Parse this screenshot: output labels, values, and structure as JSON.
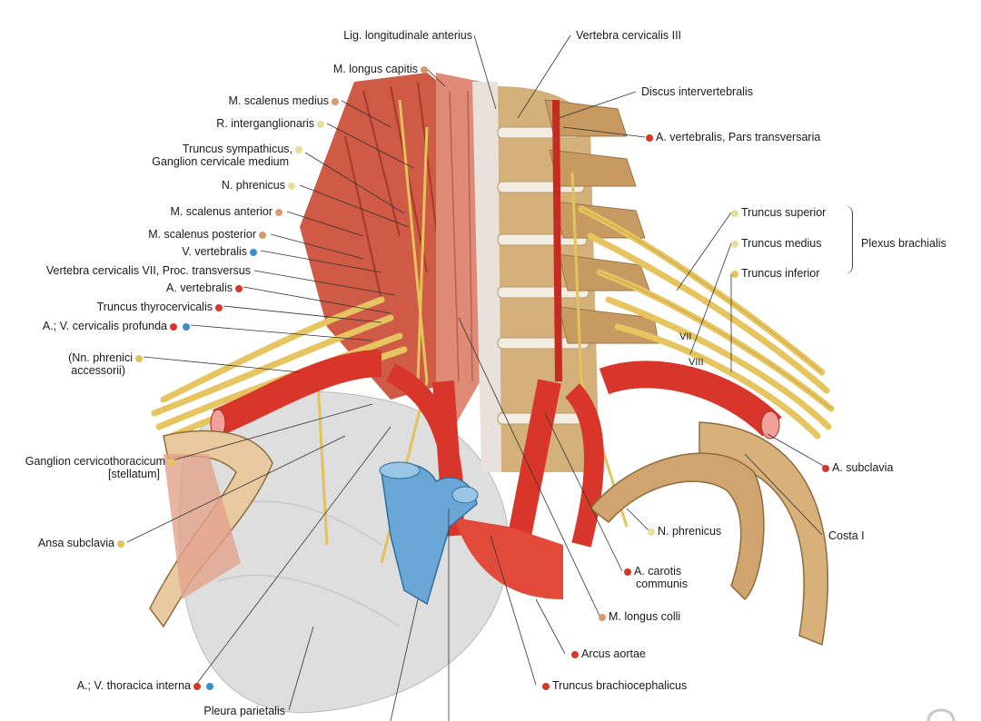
{
  "figure": {
    "colors": {
      "artery": "#d9362b",
      "vein": "#3a8fc9",
      "nerve": "#e3c35a",
      "muscle": "#d8745c",
      "bone": "#d9b27a",
      "pleura": "#dcdcdc",
      "dot_muscle": "#d69a6e",
      "dot_nerve_light": "#e8e09a"
    }
  },
  "labels_left": [
    {
      "id": "lig-longitudinale",
      "text": "Lig. longitudinale anterius",
      "dots": []
    },
    {
      "id": "longus-capitis",
      "text": "M. longus capitis",
      "dots": [
        "muscle"
      ]
    },
    {
      "id": "scalenus-medius",
      "text": "M. scalenus medius",
      "dots": [
        "muscle"
      ]
    },
    {
      "id": "r-interganglionaris",
      "text": "R. interganglionaris",
      "dots": [
        "nerve_light"
      ]
    },
    {
      "id": "truncus-sympathicus",
      "text": "Truncus sympathicus,",
      "text2": "Ganglion cervicale medium",
      "dots": [
        "nerve_light"
      ]
    },
    {
      "id": "n-phrenicus-l",
      "text": "N. phrenicus",
      "dots": [
        "nerve_light"
      ]
    },
    {
      "id": "scalenus-anterior",
      "text": "M. scalenus anterior",
      "dots": [
        "muscle"
      ]
    },
    {
      "id": "scalenus-posterior",
      "text": "M. scalenus posterior",
      "dots": [
        "muscle"
      ]
    },
    {
      "id": "v-vertebralis",
      "text": "V. vertebralis",
      "dots": [
        "vein"
      ]
    },
    {
      "id": "vertebra-c7",
      "text": "Vertebra cervicalis VII, Proc. transversus",
      "dots": []
    },
    {
      "id": "a-vertebralis",
      "text": "A. vertebralis",
      "dots": [
        "artery"
      ]
    },
    {
      "id": "truncus-thyrocervicalis",
      "text": "Truncus thyrocervicalis",
      "dots": [
        "artery"
      ]
    },
    {
      "id": "cervicalis-profunda",
      "text": "A.; V. cervicalis profunda",
      "dots": [
        "artery",
        "vein"
      ]
    },
    {
      "id": "nn-phrenici",
      "text": "(Nn. phrenici",
      "text2": "accessorii)",
      "dots": [
        "nerve"
      ]
    },
    {
      "id": "ganglion-cervicothoracicum",
      "text": "Ganglion cervicothoracicum",
      "text2": "[stellatum]",
      "dots": [
        "nerve"
      ]
    },
    {
      "id": "ansa-subclavia",
      "text": "Ansa subclavia",
      "dots": [
        "nerve"
      ]
    },
    {
      "id": "thoracica-interna",
      "text": "A.; V. thoracica interna",
      "dots": [
        "artery",
        "vein"
      ]
    },
    {
      "id": "pleura-parietalis",
      "text": "Pleura parietalis",
      "dots": []
    }
  ],
  "labels_right": [
    {
      "id": "vertebra-c3",
      "text": "Vertebra cervicalis III",
      "dots": []
    },
    {
      "id": "discus",
      "text": "Discus intervertebralis",
      "dots": []
    },
    {
      "id": "a-vertebralis-pars",
      "text": "A. vertebralis, Pars transversaria",
      "dots": [
        "artery"
      ]
    },
    {
      "id": "truncus-superior",
      "text": "Truncus superior",
      "dots": [
        "nerve_light"
      ]
    },
    {
      "id": "truncus-medius",
      "text": "Truncus medius",
      "dots": [
        "nerve_light"
      ]
    },
    {
      "id": "truncus-inferior",
      "text": "Truncus inferior",
      "dots": [
        "nerve"
      ]
    },
    {
      "id": "plexus-brachialis",
      "text": "Plexus brachialis",
      "dots": []
    },
    {
      "id": "a-subclavia",
      "text": "A. subclavia",
      "dots": [
        "artery"
      ]
    },
    {
      "id": "n-phrenicus-r",
      "text": "N. phrenicus",
      "dots": [
        "nerve_light"
      ]
    },
    {
      "id": "costa-i",
      "text": "Costa I",
      "dots": []
    },
    {
      "id": "a-carotis",
      "text": "A. carotis",
      "text2": "communis",
      "dots": [
        "artery"
      ]
    },
    {
      "id": "longus-colli",
      "text": "M. longus colli",
      "dots": [
        "muscle"
      ]
    },
    {
      "id": "arcus-aortae",
      "text": "Arcus aortae",
      "dots": [
        "artery"
      ]
    },
    {
      "id": "truncus-brachiocephalicus",
      "text": "Truncus brachiocephalicus",
      "dots": [
        "artery"
      ]
    }
  ],
  "spinal_levels": [
    "VII",
    "VIII"
  ]
}
